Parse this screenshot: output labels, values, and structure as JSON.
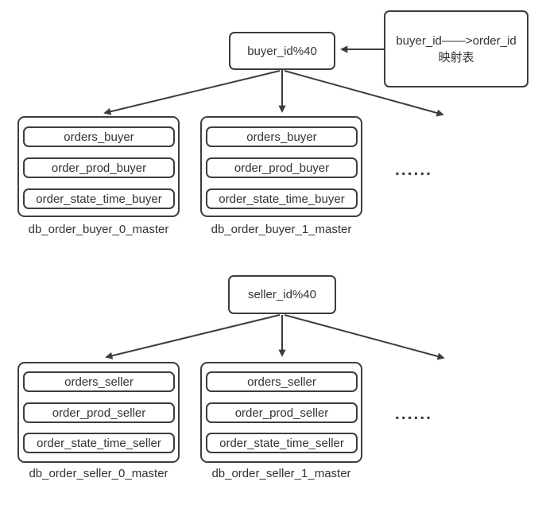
{
  "diagram": {
    "colors": {
      "line": "#3d3d3d",
      "text": "#333333",
      "background": "#ffffff"
    },
    "top": {
      "hash_label": "buyer_id%40",
      "mapping": {
        "line1": "buyer_id——>order_id",
        "line2": "映射表"
      },
      "groups": [
        {
          "label": "db_order_buyer_0_master",
          "tables": [
            "orders_buyer",
            "order_prod_buyer",
            "order_state_time_buyer"
          ]
        },
        {
          "label": "db_order_buyer_1_master",
          "tables": [
            "orders_buyer",
            "order_prod_buyer",
            "order_state_time_buyer"
          ]
        }
      ],
      "ellipsis": "......"
    },
    "bottom": {
      "hash_label": "seller_id%40",
      "groups": [
        {
          "label": "db_order_seller_0_master",
          "tables": [
            "orders_seller",
            "order_prod_seller",
            "order_state_time_seller"
          ]
        },
        {
          "label": "db_order_seller_1_master",
          "tables": [
            "orders_seller",
            "order_prod_seller",
            "order_state_time_seller"
          ]
        }
      ],
      "ellipsis": "......"
    }
  }
}
